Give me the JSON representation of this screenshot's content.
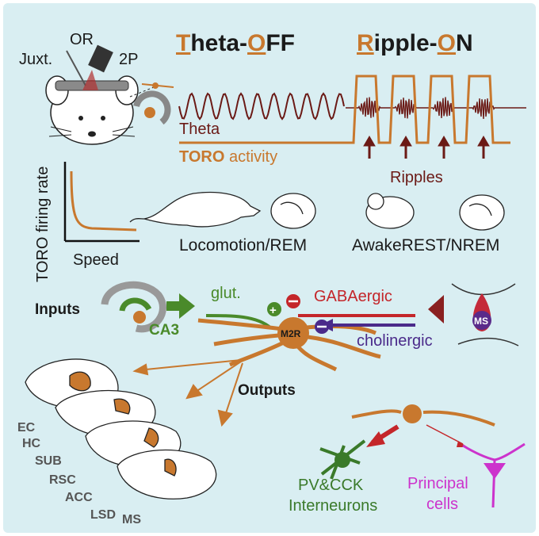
{
  "colors": {
    "background": "#d9eef2",
    "toro": "#c8782e",
    "theta": "#6b1a16",
    "glut": "#4a8a2a",
    "gaba": "#c4262a",
    "cholinergic": "#4a2a8a",
    "ms": "#8a2020",
    "principal": "#cc33cc",
    "interneuron": "#3a7a2a"
  },
  "headings": {
    "theta_off": {
      "t": "T",
      "rest1": "heta-",
      "o": "O",
      "rest2": "FF"
    },
    "ripple_on": {
      "r": "R",
      "rest1": "ipple-",
      "o": "O",
      "rest2": "N"
    }
  },
  "setup_labels": {
    "juxt": "Juxt.",
    "or": "OR",
    "two_p": "2P"
  },
  "traces": {
    "theta_label": "Theta",
    "toro_bold": "TORO",
    "activity_label": "activity",
    "ripples_label": "Ripples"
  },
  "firing_plot": {
    "ylabel": "TORO firing rate",
    "xlabel": "Speed"
  },
  "states": {
    "locomotion": "Locomotion/REM",
    "rest": "AwakeREST/NREM"
  },
  "circuit": {
    "inputs": "Inputs",
    "ca3": "CA3",
    "glut": "glut.",
    "plus": "+",
    "gaba": "GABAergic",
    "cholinergic": "cholinergic",
    "m2r": "M2R",
    "ms": "MS",
    "outputs": "Outputs"
  },
  "regions": [
    "EC",
    "HC",
    "SUB",
    "RSC",
    "ACC",
    "LSD",
    "MS"
  ],
  "targets": {
    "pv": "PV&CCK",
    "interneurons": "Interneurons",
    "principal": "Principal",
    "cells": "cells"
  }
}
